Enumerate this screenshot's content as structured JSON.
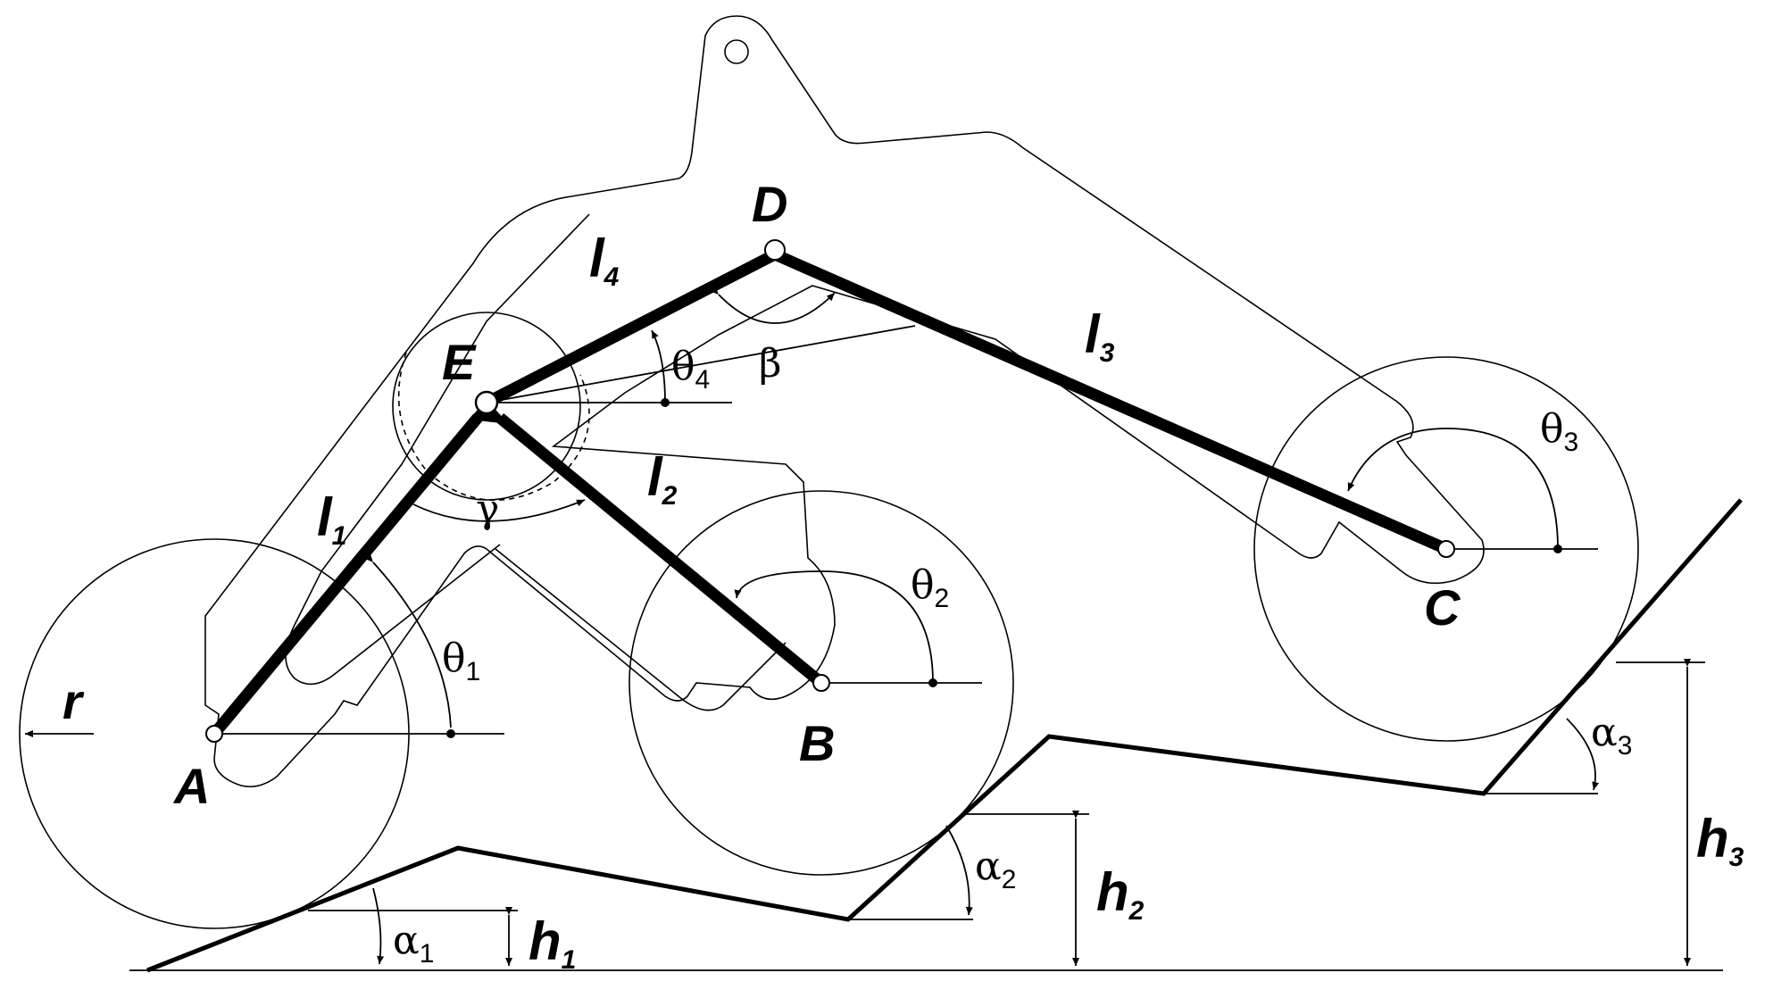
{
  "diagram": {
    "points": {
      "A": "A",
      "B": "B",
      "C": "C",
      "D": "D",
      "E": "E"
    },
    "links": {
      "l1": "l",
      "l2": "l",
      "l3": "l",
      "l4": "l",
      "s1": "1",
      "s2": "2",
      "s3": "3",
      "s4": "4"
    },
    "angles": {
      "theta": "θ",
      "t1": "1",
      "t2": "2",
      "t3": "3",
      "t4": "4",
      "alpha": "α",
      "a1": "1",
      "a2": "2",
      "a3": "3",
      "beta": "β",
      "gamma": "γ"
    },
    "heights": {
      "h": "h",
      "h1": "1",
      "h2": "2",
      "h3": "3"
    },
    "radius": "r"
  }
}
